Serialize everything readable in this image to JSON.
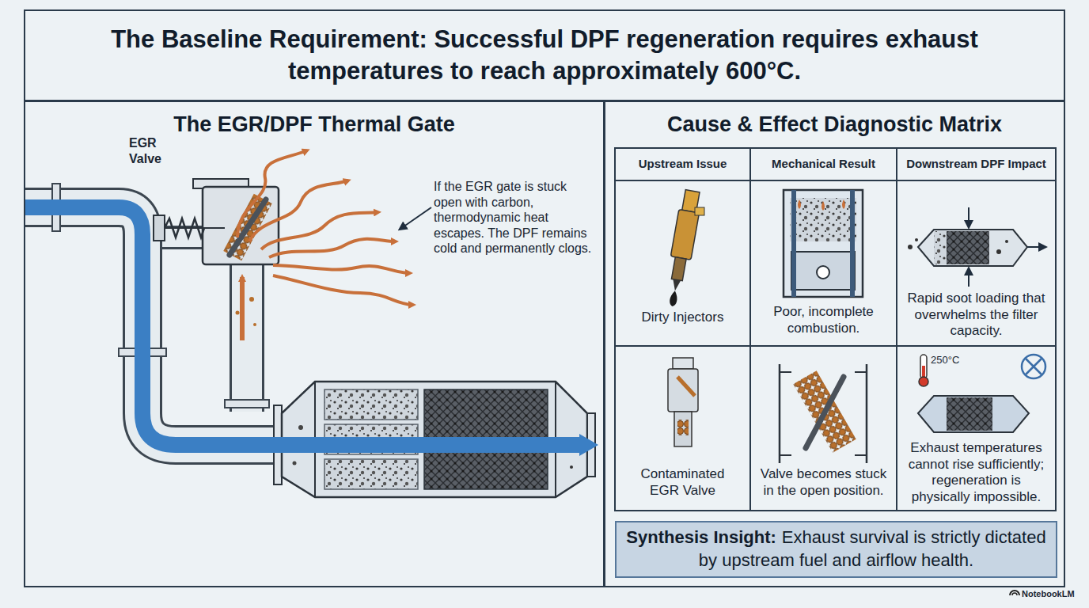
{
  "diagram": {
    "title": "The Baseline Requirement: Successful DPF regeneration requires exhaust temperatures to reach approximately 600°C.",
    "nodes": [
      {
        "text": [
          "The Baseline Requirement: Successful DPF regeneration requires exhaust temperatures to reach approximately 600°C."
        ]
      },
      {
        "text": [
          "The EGR/DPF Thermal Gate"
        ]
      },
      {
        "text": [
          "Cause & Effect Diagnostic Matrix"
        ]
      },
      {
        "text": [
          "Synthesis Insight:",
          "Exhaust survival is strictly dictated by upstream fuel and airflow health."
        ],
        "in": 2
      }
    ],
    "labels": [
      "EGR Valve",
      "If the EGR gate is stuck open with carbon, thermodynamic heat escapes. The DPF remains cold and permanently clogs.",
      "Upstream Issue",
      "Mechanical Result",
      "Downstream DPF Impact",
      "Dirty Injectors",
      "Poor, incomplete combustion.",
      "Rapid soot loading that overwhelms the filter capacity.",
      "Contaminated EGR Valve",
      "Valve becomes stuck in the open position.",
      "Exhaust temperatures cannot rise sufficiently; regeneration is physically impossible.",
      "250°C",
      "NotebookLM"
    ]
  }
}
